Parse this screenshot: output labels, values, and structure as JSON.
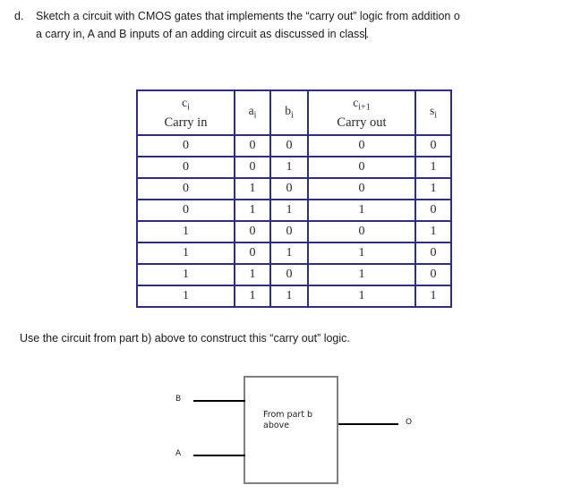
{
  "question": {
    "marker": "d.",
    "line1": "Sketch a circuit with CMOS gates that implements the “carry out” logic from addition o",
    "line2": "a carry in, A and B inputs of an adding circuit as discussed in class"
  },
  "truth_table": {
    "headers": [
      {
        "symbol": "c",
        "subscript": "i",
        "name": "Carry in"
      },
      {
        "symbol": "a",
        "subscript": "i",
        "name": ""
      },
      {
        "symbol": "b",
        "subscript": "i",
        "name": ""
      },
      {
        "symbol": "c",
        "subscript": "i+1",
        "name": "Carry out"
      },
      {
        "symbol": "s",
        "subscript": "i",
        "name": ""
      }
    ],
    "rows": [
      [
        "0",
        "0",
        "0",
        "0",
        "0"
      ],
      [
        "0",
        "0",
        "1",
        "0",
        "1"
      ],
      [
        "0",
        "1",
        "0",
        "0",
        "1"
      ],
      [
        "0",
        "1",
        "1",
        "1",
        "0"
      ],
      [
        "1",
        "0",
        "0",
        "0",
        "1"
      ],
      [
        "1",
        "0",
        "1",
        "1",
        "0"
      ],
      [
        "1",
        "1",
        "0",
        "1",
        "0"
      ],
      [
        "1",
        "1",
        "1",
        "1",
        "1"
      ]
    ]
  },
  "instruction": "Use the circuit from part b) above to construct this “carry out” logic.",
  "circuit": {
    "box_caption_line1": "From part b",
    "box_caption_line2": "above",
    "input_top_label": "B",
    "input_bottom_label": "A",
    "output_label": "O"
  },
  "colors": {
    "table_border": "#2d2d8f",
    "box_border": "#808080",
    "wire": "#000000",
    "text": "#1b1b1b",
    "background": "#ffffff"
  }
}
